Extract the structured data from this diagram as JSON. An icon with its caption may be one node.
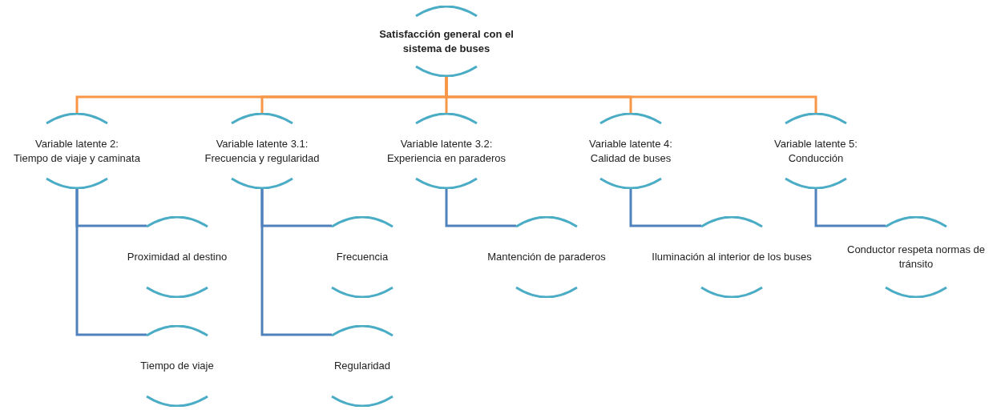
{
  "diagram": {
    "nodes": [
      {
        "text": [
          "Satisfacción general con el sistema de buses"
        ]
      },
      {
        "text": [
          "Variable latente 2:",
          "Tiempo de viaje y caminata"
        ]
      },
      {
        "text": [
          "Variable latente 3.1:",
          "Frecuencia y regularidad"
        ]
      },
      {
        "text": [
          "Variable latente 3.2:",
          "Experiencia en paraderos"
        ]
      },
      {
        "text": [
          "Variable latente 4:",
          "Calidad de buses"
        ]
      },
      {
        "text": [
          "Variable latente 5:",
          "Conducción"
        ]
      },
      {
        "text": [
          "Proximidad al destino"
        ]
      },
      {
        "text": [
          "Tiempo de viaje"
        ]
      },
      {
        "text": [
          "Frecuencia"
        ]
      },
      {
        "text": [
          "Regularidad"
        ]
      },
      {
        "text": [
          "Mantención de paraderos"
        ]
      },
      {
        "text": [
          "Iluminación al interior de los buses"
        ]
      },
      {
        "text": [
          "Conductor respeta normas de tránsito"
        ]
      }
    ],
    "edges": [
      {
        "from": 0,
        "to": 1,
        "arrow": "none",
        "color": "#f79646"
      },
      {
        "from": 0,
        "to": 2,
        "arrow": "none",
        "color": "#f79646"
      },
      {
        "from": 0,
        "to": 3,
        "arrow": "none",
        "color": "#f79646"
      },
      {
        "from": 0,
        "to": 4,
        "arrow": "none",
        "color": "#f79646"
      },
      {
        "from": 0,
        "to": 5,
        "arrow": "none",
        "color": "#f79646"
      },
      {
        "from": 1,
        "to": 6,
        "arrow": "none"
      },
      {
        "from": 1,
        "to": 7,
        "arrow": "none"
      },
      {
        "from": 2,
        "to": 8,
        "arrow": "none"
      },
      {
        "from": 2,
        "to": 9,
        "arrow": "none"
      },
      {
        "from": 3,
        "to": 10,
        "arrow": "none"
      },
      {
        "from": 4,
        "to": 11,
        "arrow": "none"
      },
      {
        "from": 5,
        "to": 12,
        "arrow": "none"
      }
    ]
  }
}
